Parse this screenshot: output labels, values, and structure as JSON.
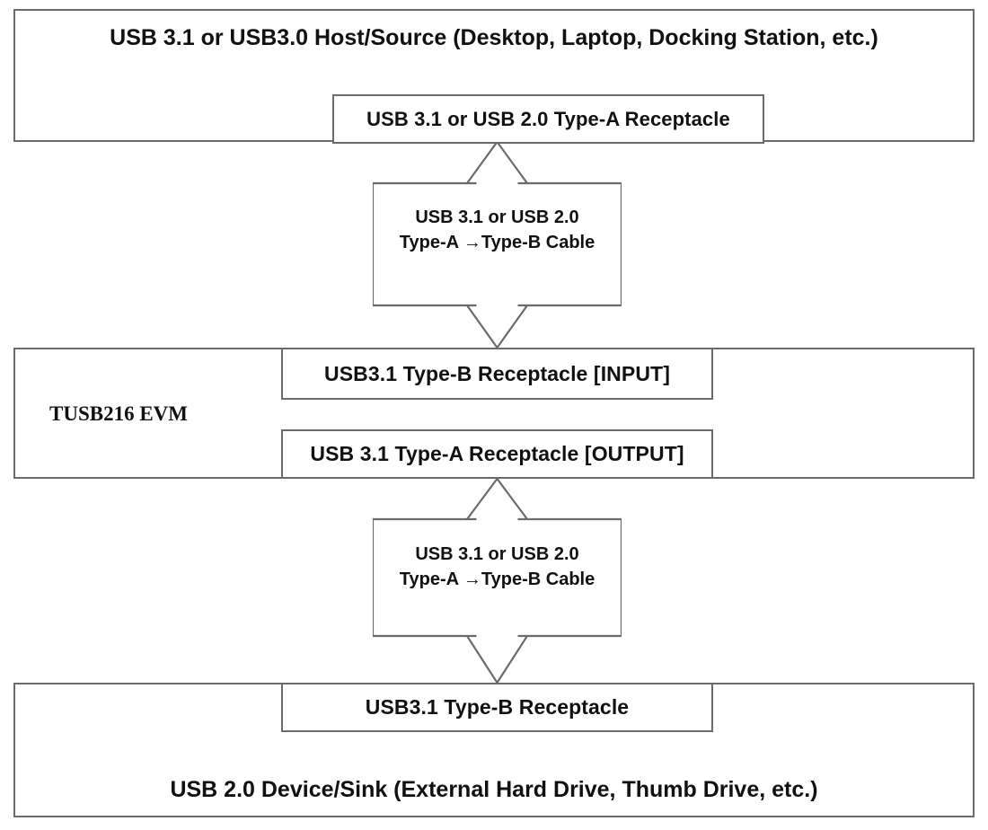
{
  "diagram": {
    "title_hidden": "USB 3.1 host to TUSB216 EVM to USB 2.0 device connection diagram",
    "colors": {
      "stroke": "#6b6b6b",
      "text": "#111111",
      "background": "#ffffff"
    },
    "host": {
      "caption": "USB 3.1 or USB3.0 Host/Source (Desktop, Laptop, Docking Station, etc.)",
      "receptacle": "USB 3.1 or USB 2.0 Type-A Receptacle"
    },
    "cable_top": {
      "line1": "USB 3.1 or USB 2.0",
      "line2": "Type-A →Type-B Cable"
    },
    "evm": {
      "label": "TUSB216 EVM",
      "input_receptacle": "USB3.1 Type-B Receptacle [INPUT]",
      "output_receptacle": "USB 3.1 Type-A Receptacle [OUTPUT]"
    },
    "cable_bottom": {
      "line1": "USB 3.1 or USB 2.0",
      "line2": "Type-A →Type-B Cable"
    },
    "device": {
      "receptacle": "USB3.1 Type-B Receptacle",
      "caption": "USB 2.0 Device/Sink (External Hard Drive, Thumb Drive, etc.)"
    }
  }
}
